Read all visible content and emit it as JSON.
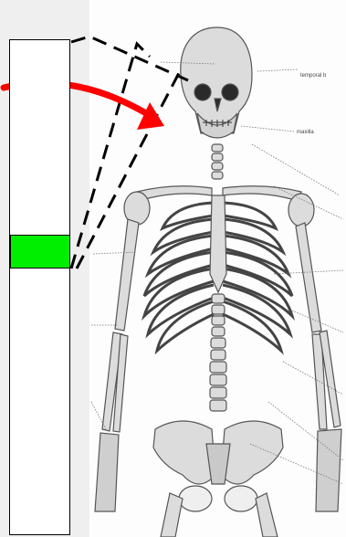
{
  "diagram": {
    "labels": {
      "temporal_bone": "temporal b",
      "maxilla": "maxilla"
    }
  },
  "colors": {
    "background": "#efefef",
    "panel": "#fdfdfd",
    "thumb": "#00ee00",
    "arrow": "#ff0000",
    "bone_fill": "#dcdcdc",
    "bone_stroke": "#555555",
    "dashed_lines": "#000000"
  },
  "icons": {
    "pointer": "curved-red-arrow",
    "zoom_guides": "dashed-black-lines"
  }
}
